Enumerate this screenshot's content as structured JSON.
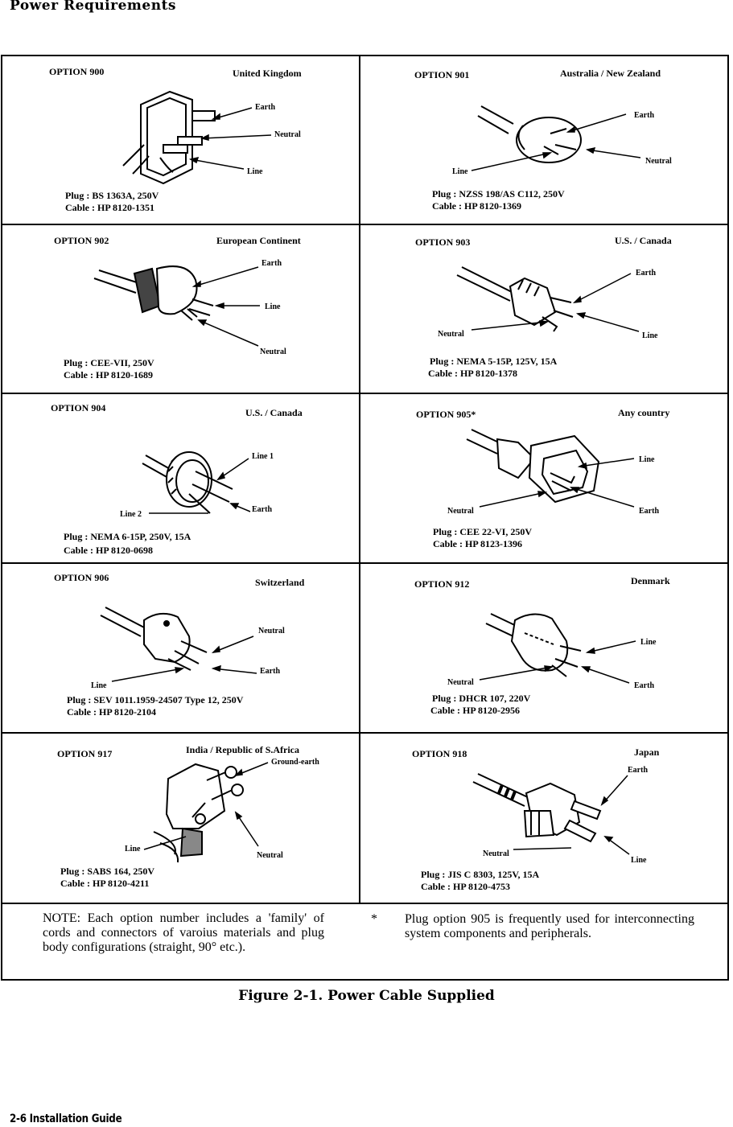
{
  "page": {
    "heading": "Power Requirements",
    "figure_caption": "Figure 2-1. Power Cable Supplied",
    "footer": "2-6    Installation Guide"
  },
  "cells": [
    {
      "option": "OPTION 900",
      "country": "United Kingdom",
      "plug_type": "uk",
      "labels": {
        "a": "Earth",
        "b": "Neutral",
        "c": "Line"
      },
      "spec1": "Plug :  BS 1363A, 250V",
      "spec2": "Cable :  HP 8120-1351"
    },
    {
      "option": "OPTION  901",
      "country": "Australia / New Zealand",
      "plug_type": "au",
      "labels": {
        "a": "Earth",
        "b": "Neutral",
        "c": "Line"
      },
      "spec1": "Plug :  NZSS  198/AS  C112,  250V",
      "spec2": "Cable  :  HP 8120-1369"
    },
    {
      "option": "OPTION  902",
      "country": "European Continent",
      "plug_type": "eu",
      "labels": {
        "a": "Earth",
        "b": "Line",
        "c": "Neutral"
      },
      "spec1": "Plug :  CEE-VII,  250V",
      "spec2": "Cable :  HP 8120-1689"
    },
    {
      "option": "OPTION  903",
      "country": "U.S. / Canada",
      "plug_type": "us",
      "labels": {
        "a": "Earth",
        "b": "Line",
        "c": "Neutral"
      },
      "spec1": "Plug :  NEMA  5-15P,  125V,  15A",
      "spec2": "Cable  :  HP  8120-1378"
    },
    {
      "option": "OPTION  904",
      "country": "U.S. / Canada",
      "plug_type": "round",
      "labels": {
        "a": "Line 1",
        "b": "Earth",
        "c": "Line 2"
      },
      "spec1": "Plug  :   NEMA 6-15P,   250V,   15A",
      "spec2": "Cable  :   HP  8120-0698"
    },
    {
      "option": "OPTION  905*",
      "country": "Any country",
      "plug_type": "iec",
      "labels": {
        "a": "Line",
        "b": "Earth",
        "c": "Neutral"
      },
      "spec1": "Plug :  CEE  22-VI,  250V",
      "spec2": "Cable  :  HP  8123-1396"
    },
    {
      "option": "OPTION  906",
      "country": "Switzerland",
      "plug_type": "ch",
      "labels": {
        "a": "Neutral",
        "b": "Earth",
        "c": "Line"
      },
      "spec1": "Plug :  SEV 1011.1959-24507  Type 12, 250V",
      "spec2": "Cable :  HP 8120-2104"
    },
    {
      "option": "OPTION  912",
      "country": "Denmark",
      "plug_type": "dk",
      "labels": {
        "a": "Line",
        "b": "Earth",
        "c": "Neutral"
      },
      "spec1": "Plug :  DHCR  107,  220V",
      "spec2": "Cable  :  HP  8120-2956"
    },
    {
      "option": "OPTION  917",
      "country": "India / Republic of S.Africa",
      "plug_type": "in",
      "labels": {
        "a": "Ground-earth",
        "b": "Neutral",
        "c": "Line"
      },
      "spec1": "Plug :  SABS 164, 250V",
      "spec2": "Cable :  HP 8120-4211"
    },
    {
      "option": "OPTION  918",
      "country": "Japan",
      "plug_type": "jp",
      "labels": {
        "a": "Earth",
        "b": "Line",
        "c": "Neutral"
      },
      "spec1": "Plug :   JIS  C  8303,  125V,  15A",
      "spec2": "Cable :  HP  8120-4753"
    }
  ],
  "notes": {
    "left": "NOTE:  Each  option  number  includes  a 'family'  of  cords  and  connectors  of  varoius materials  and  plug  body  configurations (straight,   90° etc.).",
    "right_marker": "*",
    "right": "Plug  option  905  is  frequently  used  for interconnecting  system  components  and peripherals."
  }
}
